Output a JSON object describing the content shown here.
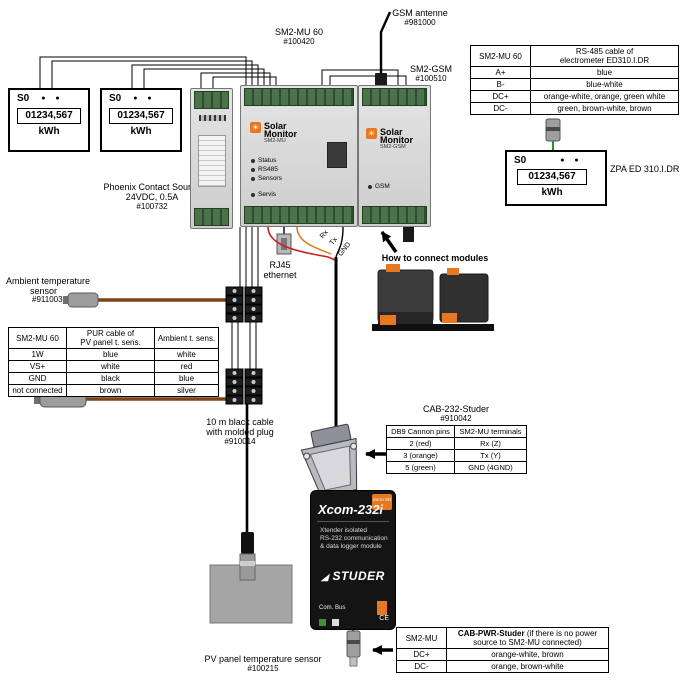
{
  "colors": {
    "brand_orange": "#e87722",
    "terminal_green": "#4b724b",
    "wire_red": "#cc1f1f",
    "wire_orange": "#e07b20",
    "wire_green": "#2f8f2f",
    "cable_brown": "#7a4514"
  },
  "top": {
    "gsm_antenna_label": "GSM antenne",
    "gsm_antenna_num": "#981000",
    "sm2mu_label": "SM2-MU 60",
    "sm2mu_num": "#100420",
    "sm2gsm_label": "SM2-GSM",
    "sm2gsm_num": "#100510"
  },
  "meter": {
    "s0": "S0",
    "terminals": "● ●",
    "display": "01234,567",
    "unit": "kWh"
  },
  "zpa_label": "ZPA ED 310.I.DR",
  "phoenix": {
    "line1": "Phoenix Contact Source",
    "line2": "24VDC, 0.5A",
    "num": "#100732"
  },
  "device": {
    "logo_icon": "☀",
    "brand1": "Solar",
    "brand2": "Monitor",
    "mu_model": "SM2-MU",
    "gsm_model": "SM2-GSM",
    "mu_leds": [
      "Status",
      "RS485",
      "Sensors",
      "Servis"
    ],
    "gsm_led": "GSM"
  },
  "rs485_table": {
    "h1": "SM2-MU 60",
    "h2a": "RS-485 cable of",
    "h2b": "electrometer ED310.I.DR",
    "rows": [
      [
        "A+",
        "blue"
      ],
      [
        "B-",
        "blue-white"
      ],
      [
        "DC+",
        "orange-white, orange, green white"
      ],
      [
        "DC-",
        "green, brown-white, brown"
      ]
    ]
  },
  "howto": "How to connect modules",
  "ambient": {
    "line1": "Ambient temperature",
    "line2": "sensor",
    "num": "#911003"
  },
  "pur_table": {
    "h1": "SM2-MU 60",
    "h2a": "PUR cable of",
    "h2b": "PV panel t. sens.",
    "h3": "Ambient t. sens.",
    "rows": [
      [
        "1W",
        "blue",
        "white"
      ],
      [
        "VS+",
        "white",
        "red"
      ],
      [
        "GND",
        "black",
        "blue"
      ],
      [
        "not connected",
        "brown",
        "silver"
      ]
    ]
  },
  "rj45": {
    "line1": "RJ45",
    "line2": "ethernet"
  },
  "wire_labels": {
    "rx": "Rx",
    "tx": "Tx",
    "gnd": "GND"
  },
  "cable10m": {
    "line1": "10 m black cable",
    "line2": "with molded plug",
    "num": "#910014"
  },
  "cab232": {
    "label": "CAB-232-Studer",
    "num": "#910042",
    "h1": "DB9 Cannon pins",
    "h2": "SM2-MU terminals",
    "rows": [
      [
        "2 (red)",
        "Rx (Z)"
      ],
      [
        "3 (orange)",
        "Tx (Y)"
      ],
      [
        "5 (green)",
        "GND (4GND)"
      ]
    ]
  },
  "xcom": {
    "title": "Xcom-232i",
    "sub1": "Xtender isolated",
    "sub2": "RS-232 communication",
    "sub3": "& data logger module",
    "glyph": "◢",
    "brand": "STUDER",
    "combus": "Com. Bus",
    "ce": "CE",
    "sd": "micro SD"
  },
  "pv": {
    "label": "PV panel temperature sensor",
    "num": "#100215"
  },
  "cabpwr_table": {
    "title": "CAB-PWR-Studer",
    "title_rest": " (if there is no power source to SM2-MU connected)",
    "c1": [
      "SM2-MU",
      "DC+",
      "DC-"
    ],
    "c2": [
      "orange-white, brown",
      "orange, brown-white"
    ]
  }
}
